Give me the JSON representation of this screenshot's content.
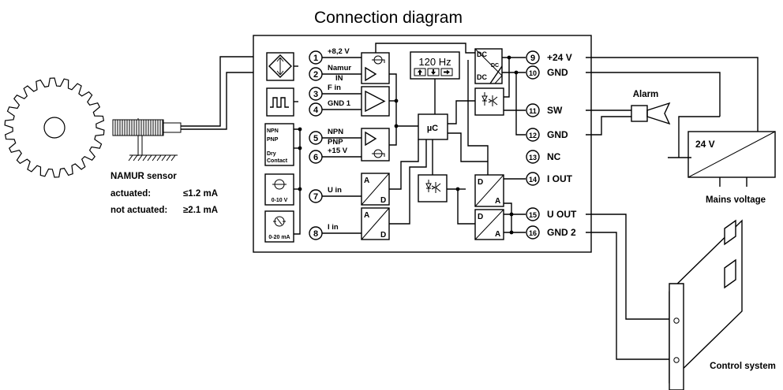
{
  "title": "Connection diagram",
  "sensor": {
    "label": "NAMUR sensor",
    "actuated_label": "actuated:",
    "actuated_value": "≤1.2 mA",
    "not_actuated_label": "not actuated:",
    "not_actuated_value": "≥2.1 mA"
  },
  "terminals": [
    {
      "num": "1",
      "label": "+8,2 V"
    },
    {
      "num": "2",
      "label": "Namur",
      "label2": "IN"
    },
    {
      "num": "3",
      "label": "F in"
    },
    {
      "num": "4",
      "label": "GND 1"
    },
    {
      "num": "5",
      "label": "NPN",
      "label2": "PNP"
    },
    {
      "num": "6",
      "label": "+15 V"
    },
    {
      "num": "7",
      "label": "U in"
    },
    {
      "num": "8",
      "label": "I in"
    },
    {
      "num": "9",
      "label": "+24  V"
    },
    {
      "num": "10",
      "label": "GND"
    },
    {
      "num": "11",
      "label": "SW"
    },
    {
      "num": "12",
      "label": "GND"
    },
    {
      "num": "13",
      "label": "NC"
    },
    {
      "num": "14",
      "label": "I OUT"
    },
    {
      "num": "15",
      "label": "U OUT"
    },
    {
      "num": "16",
      "label": "GND 2"
    }
  ],
  "input_blocks": {
    "npn": "NPN",
    "pnp": "PNP",
    "dry": "Dry",
    "contact": "Contact",
    "voltage_range": "0-10 V",
    "current_range": "0-20 mA"
  },
  "internal": {
    "display": "120 Hz",
    "uc": "µC",
    "a": "A",
    "d": "D",
    "dc": "DC"
  },
  "external": {
    "alarm": "Alarm",
    "psu": "24 V",
    "mains": "Mains voltage",
    "control": "Control system"
  }
}
